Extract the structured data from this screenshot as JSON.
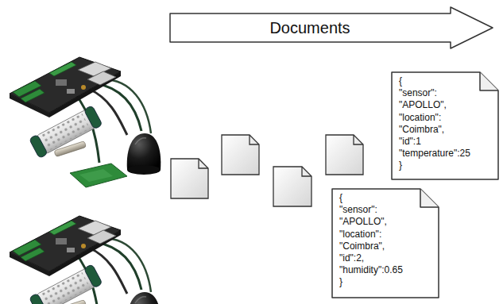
{
  "diagram": {
    "nodes": [
      {
        "text": [
          "Documents"
        ]
      },
      {
        "text": [
          "{",
          "\"sensor\":",
          "\"APOLLO\",",
          "\"location\":",
          "\"Coimbra\",",
          "\"id\":1",
          "\"temperature\":25",
          "}"
        ]
      },
      {
        "text": [
          "{",
          "\"sensor\":",
          "\"APOLLO\",",
          "\"location\":",
          "\"Coimbra\",",
          "\"id\":2,",
          "\"humidity\":0.65",
          "}"
        ]
      }
    ]
  }
}
